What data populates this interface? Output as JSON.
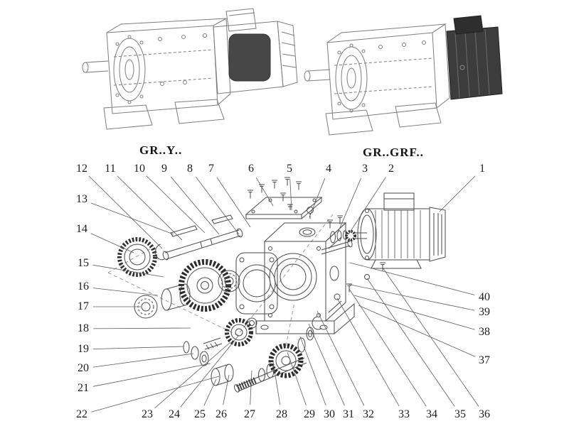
{
  "page": {
    "background_color": "#ffffff",
    "line_color": "#4a4a4a",
    "accent_dark": "#2f2f2f"
  },
  "figures": [
    {
      "label": "GR..Y.."
    },
    {
      "label": "GR..GRF.."
    }
  ],
  "callouts": [
    {
      "label": "1"
    },
    {
      "label": "2"
    },
    {
      "label": "3"
    },
    {
      "label": "4"
    },
    {
      "label": "5"
    },
    {
      "label": "6"
    },
    {
      "label": "7"
    },
    {
      "label": "8"
    },
    {
      "label": "9"
    },
    {
      "label": "10"
    },
    {
      "label": "11"
    },
    {
      "label": "12"
    },
    {
      "label": "13"
    },
    {
      "label": "14"
    },
    {
      "label": "15"
    },
    {
      "label": "16"
    },
    {
      "label": "17"
    },
    {
      "label": "18"
    },
    {
      "label": "19"
    },
    {
      "label": "20"
    },
    {
      "label": "21"
    },
    {
      "label": "22"
    },
    {
      "label": "23"
    },
    {
      "label": "24"
    },
    {
      "label": "25"
    },
    {
      "label": "26"
    },
    {
      "label": "27"
    },
    {
      "label": "28"
    },
    {
      "label": "29"
    },
    {
      "label": "30"
    },
    {
      "label": "31"
    },
    {
      "label": "32"
    },
    {
      "label": "33"
    },
    {
      "label": "34"
    },
    {
      "label": "35"
    },
    {
      "label": "36"
    },
    {
      "label": "37"
    },
    {
      "label": "38"
    },
    {
      "label": "39"
    },
    {
      "label": "40"
    }
  ]
}
